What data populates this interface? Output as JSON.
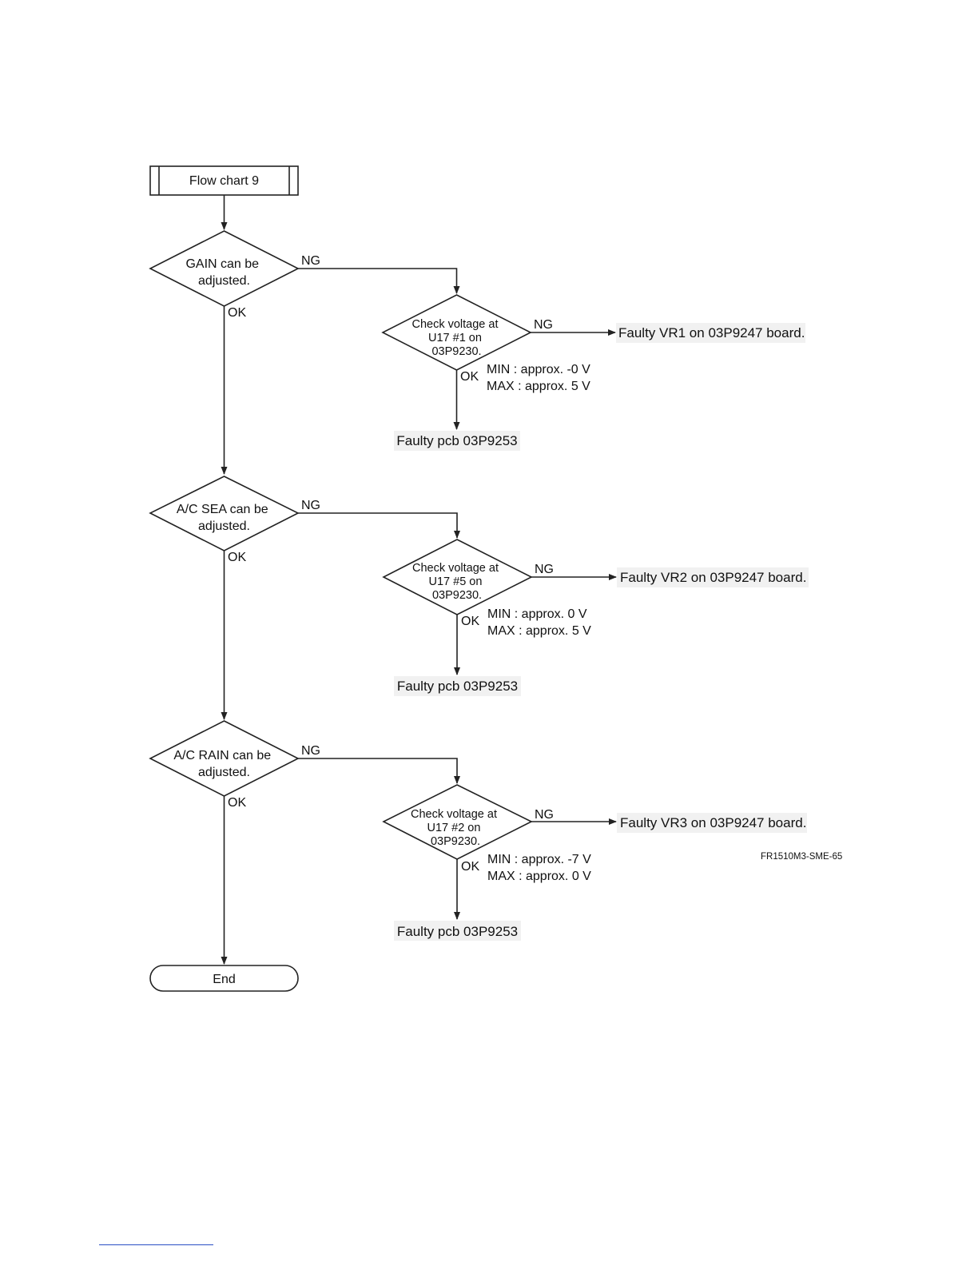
{
  "start": {
    "label": "Flow chart 9"
  },
  "end": {
    "label": "End"
  },
  "stages": [
    {
      "decision_lines": [
        "GAIN can be",
        "adjusted."
      ],
      "check_lines": [
        "Check voltage at",
        "U17 #1 on",
        "03P9230."
      ],
      "ng_label": "NG",
      "ok_label": "OK",
      "check_ng_label": "NG",
      "check_ok_label": "OK",
      "fault_vr": "Faulty VR1 on 03P9247 board.",
      "range_min": "MIN : approx. -0 V",
      "range_max": "MAX : approx. 5 V",
      "fault_pcb": "Faulty pcb 03P9253"
    },
    {
      "decision_lines": [
        "A/C SEA can be",
        "adjusted."
      ],
      "check_lines": [
        "Check voltage at",
        "U17 #5 on",
        "03P9230."
      ],
      "ng_label": "NG",
      "ok_label": "OK",
      "check_ng_label": "NG",
      "check_ok_label": "OK",
      "fault_vr": "Faulty VR2 on 03P9247 board.",
      "range_min": "MIN : approx. 0 V",
      "range_max": "MAX : approx. 5 V",
      "fault_pcb": "Faulty pcb 03P9253"
    },
    {
      "decision_lines": [
        "A/C RAIN can be",
        "adjusted."
      ],
      "check_lines": [
        "Check voltage at",
        "U17 #2 on",
        "03P9230."
      ],
      "ng_label": "NG",
      "ok_label": "OK",
      "check_ng_label": "NG",
      "check_ok_label": "OK",
      "fault_vr": "Faulty VR3 on 03P9247 board.",
      "range_min": "MIN : approx. -7 V",
      "range_max": "MAX : approx. 0 V",
      "fault_pcb": "Faulty pcb 03P9253"
    }
  ],
  "figure_code": "FR1510M3-SME-65"
}
